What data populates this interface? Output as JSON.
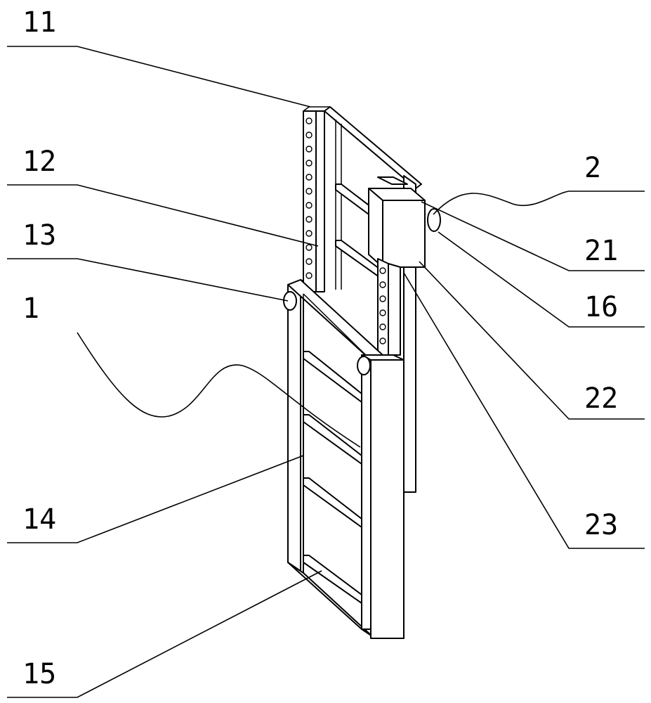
{
  "labels": {
    "l11": "11",
    "l12": "12",
    "l13": "13",
    "l1": "1",
    "l14": "14",
    "l15": "15",
    "l2": "2",
    "l21": "21",
    "l16": "16",
    "l22": "22",
    "l23": "23"
  }
}
